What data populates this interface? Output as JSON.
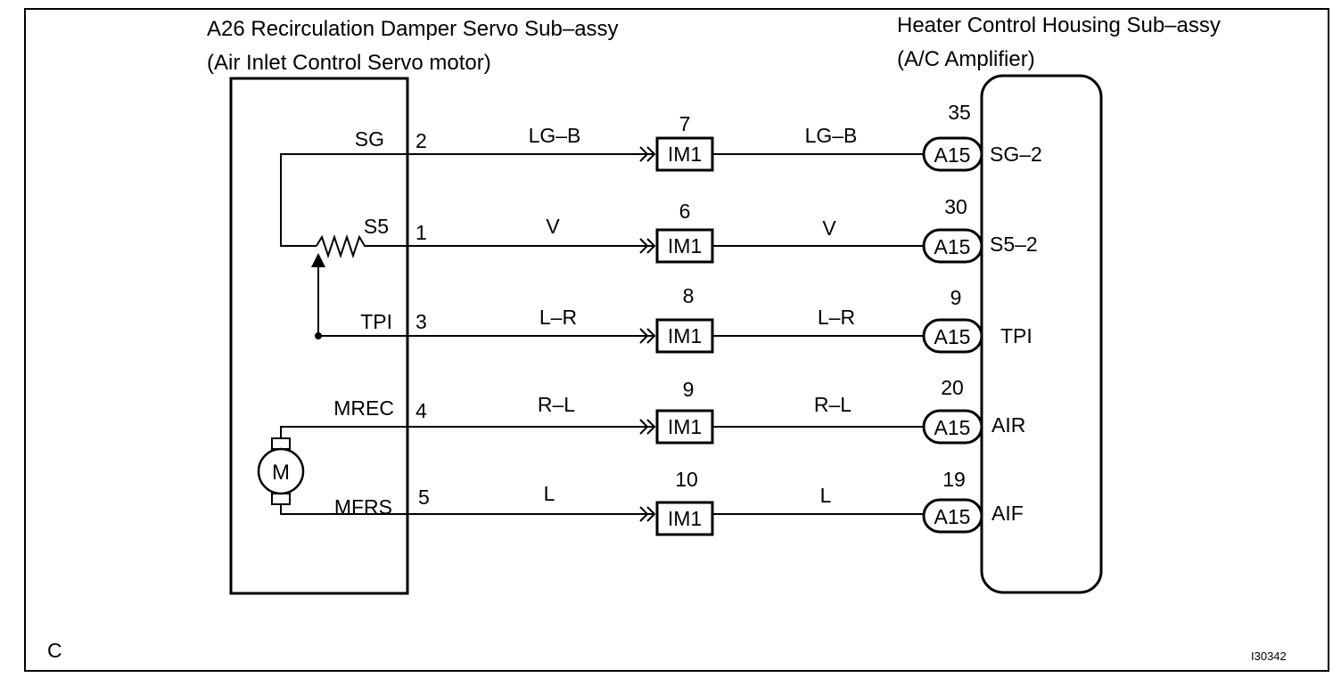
{
  "labels": {
    "component_left_title": "A26 Recirculation Damper Servo Sub–assy",
    "component_left_subtitle": "(Air Inlet Control Servo motor)",
    "component_right_title": "Heater Control Housing Sub–assy",
    "component_right_subtitle": "(A/C Amplifier)",
    "corner_letter": "C",
    "figure_id": "I30342",
    "motor_symbol": "M"
  },
  "circuits": [
    {
      "terminal_name": "SG",
      "pin": "2",
      "wire_color_left": "LG–B",
      "junction_pin": "7",
      "junction_connector": "IM1",
      "wire_color_right": "LG–B",
      "amp_pin": "35",
      "amp_connector": "A15",
      "amp_terminal": "SG–2"
    },
    {
      "terminal_name": "S5",
      "pin": "1",
      "wire_color_left": "V",
      "junction_pin": "6",
      "junction_connector": "IM1",
      "wire_color_right": "V",
      "amp_pin": "30",
      "amp_connector": "A15",
      "amp_terminal": "S5–2"
    },
    {
      "terminal_name": "TPI",
      "pin": "3",
      "wire_color_left": "L–R",
      "junction_pin": "8",
      "junction_connector": "IM1",
      "wire_color_right": "L–R",
      "amp_pin": "9",
      "amp_connector": "A15",
      "amp_terminal": "TPI"
    },
    {
      "terminal_name": "MREC",
      "pin": "4",
      "wire_color_left": "R–L",
      "junction_pin": "9",
      "junction_connector": "IM1",
      "wire_color_right": "R–L",
      "amp_pin": "20",
      "amp_connector": "A15",
      "amp_terminal": "AIR"
    },
    {
      "terminal_name": "MFRS",
      "pin": "5",
      "wire_color_left": "L",
      "junction_pin": "10",
      "junction_connector": "IM1",
      "wire_color_right": "L",
      "amp_pin": "19",
      "amp_connector": "A15",
      "amp_terminal": "AIF"
    }
  ]
}
